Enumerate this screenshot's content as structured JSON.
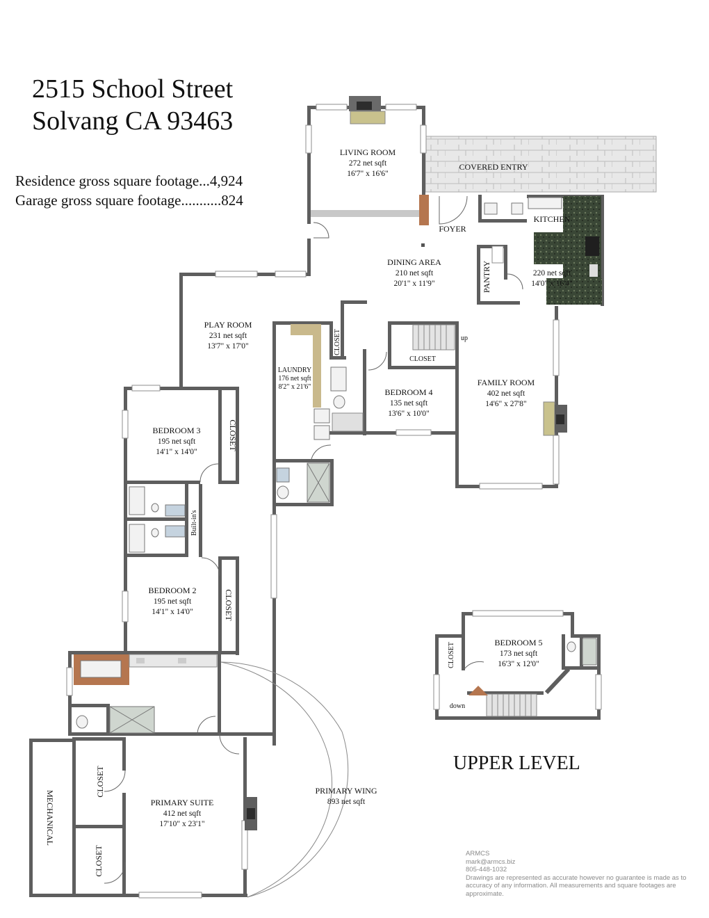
{
  "header": {
    "address_line1": "2515 School Street",
    "address_line2": "Solvang CA 93463"
  },
  "stats": {
    "residence": "Residence gross square footage...4,924",
    "garage": "Garage gross square footage...........824"
  },
  "rooms": {
    "living": {
      "name": "LIVING ROOM",
      "sqft": "272 net sqft",
      "dims": "16'7\" x 16'6\""
    },
    "entry": {
      "name": "COVERED ENTRY"
    },
    "foyer": {
      "name": "FOYER"
    },
    "kitchen": {
      "name": "KITCHEN",
      "sqft": "220 net sqft",
      "dims": "14'0\" x 16'4\""
    },
    "dining": {
      "name": "DINING AREA",
      "sqft": "210 net sqft",
      "dims": "20'1\" x 11'9\""
    },
    "pantry": {
      "name": "PANTRY"
    },
    "play": {
      "name": "PLAY ROOM",
      "sqft": "231 net sqft",
      "dims": "13'7\" x 17'0\""
    },
    "laundry": {
      "name": "LAUNDRY",
      "sqft": "176 net sqft",
      "dims": "8'2\" x 21'6\""
    },
    "bed4": {
      "name": "BEDROOM 4",
      "sqft": "135 net sqft",
      "dims": "13'6\" x 10'0\""
    },
    "family": {
      "name": "FAMILY ROOM",
      "sqft": "402 net sqft",
      "dims": "14'6\" x 27'8\""
    },
    "bed3": {
      "name": "BEDROOM 3",
      "sqft": "195 net sqft",
      "dims": "14'1\" x 14'0\""
    },
    "bed2": {
      "name": "BEDROOM 2",
      "sqft": "195 net sqft",
      "dims": "14'1\" x 14'0\""
    },
    "builtins": {
      "name": "Built-in's"
    },
    "primary": {
      "name": "PRIMARY SUITE",
      "sqft": "412 net sqft",
      "dims": "17'10\" x 23'1\""
    },
    "wing": {
      "name": "PRIMARY WING",
      "sqft": "893 net sqft"
    },
    "mech": {
      "name": "MECHANICAL"
    },
    "bed5": {
      "name": "BEDROOM 5",
      "sqft": "173 net sqft",
      "dims": "16'3\" x 12'0\""
    }
  },
  "labels": {
    "closet": "CLOSET",
    "up": "up",
    "down": "down",
    "upper_level": "UPPER LEVEL"
  },
  "credit": {
    "company": "ARMCS",
    "email": "mark@armcs.biz",
    "phone": "805-448-1032",
    "disclaimer": "Drawings are represented as accurate however no guarantee is made as to accuracy of any information. All measurements and square footages are approximate."
  },
  "colors": {
    "wall": "#5e5e5e",
    "brick": "#b5764f",
    "counter": "#c9b98c",
    "granite": "#3c4a38",
    "stone": "#e4e4e4"
  }
}
